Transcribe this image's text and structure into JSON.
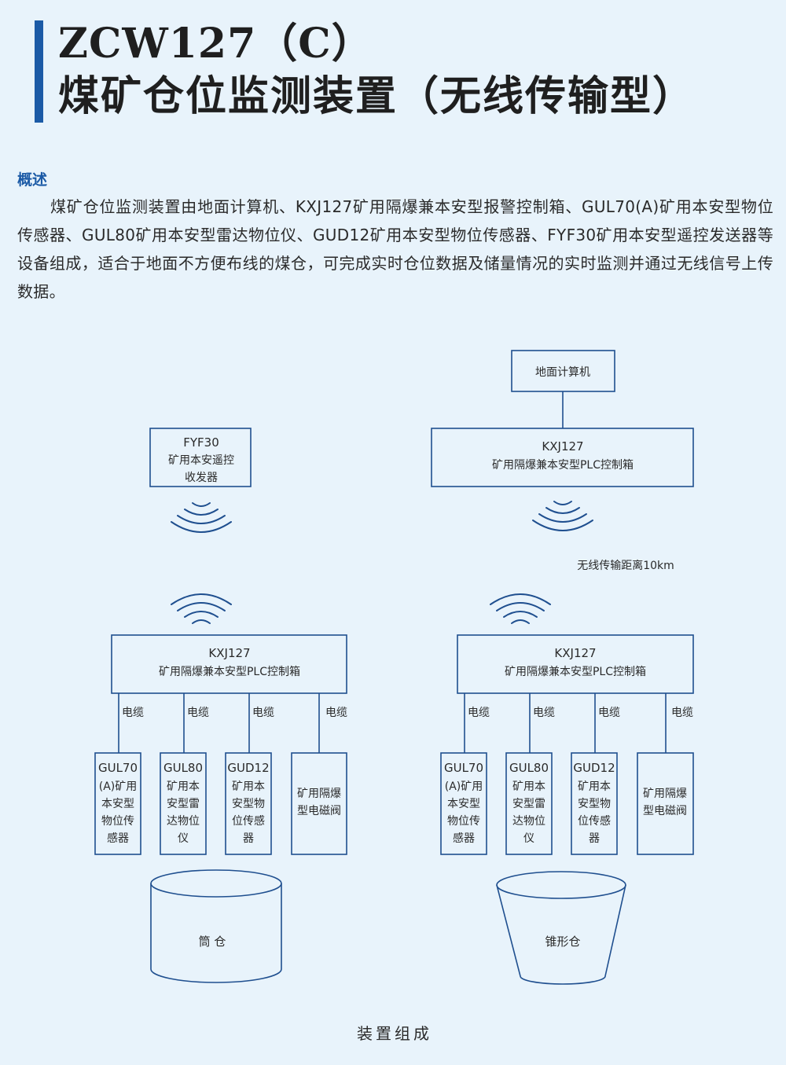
{
  "header": {
    "title_line1": "ZCW127（C）",
    "title_line2": "煤矿仓位监测装置（无线传输型）"
  },
  "overview": {
    "heading": "概述",
    "text": "煤矿仓位监测装置由地面计算机、KXJ127矿用隔爆兼本安型报警控制箱、GUL70(A)矿用本安型物位传感器、GUL80矿用本安型雷达物位仪、GUD12矿用本安型物位传感器、FYF30矿用本安型遥控发送器等设备组成，适合于地面不方便布线的煤仓，可完成实时仓位数据及储量情况的实时监测并通过无线信号上传数据。"
  },
  "diagram": {
    "ground_computer": "地面计算机",
    "fyf30": [
      "FYF30",
      "矿用本安遥控",
      "收发器"
    ],
    "kxj_top": [
      "KXJ127",
      "矿用隔爆兼本安型PLC控制箱"
    ],
    "wireless_distance": "无线传输距离10km",
    "kxj_left": [
      "KXJ127",
      "矿用隔爆兼本安型PLC控制箱"
    ],
    "kxj_right": [
      "KXJ127",
      "矿用隔爆兼本安型PLC控制箱"
    ],
    "cable_label": "电缆",
    "sensors": [
      [
        "GUL70",
        "(A)矿用",
        "本安型",
        "物位传",
        "感器"
      ],
      [
        "GUL80",
        "矿用本",
        "安型雷",
        "达物位",
        "仪"
      ],
      [
        "GUD12",
        "矿用本",
        "安型物",
        "位传感",
        "器"
      ],
      [
        "矿用隔爆",
        "型电磁阀"
      ]
    ],
    "silo_left": "筒 仓",
    "silo_right": "锥形仓",
    "caption": "装置组成"
  },
  "colors": {
    "accent": "#1b5aa6",
    "line": "#1f4f8f",
    "background": "#e8f3fb"
  }
}
